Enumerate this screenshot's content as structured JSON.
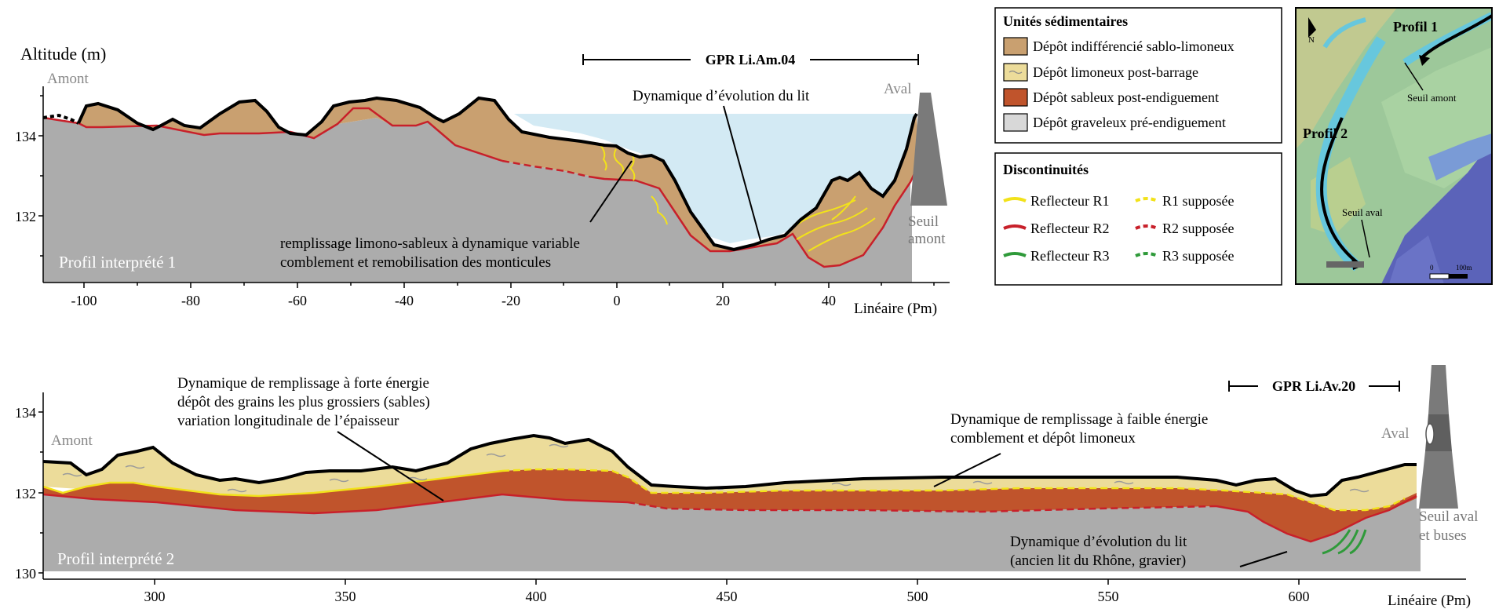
{
  "profile1": {
    "ylabel": "Altitude (m)",
    "upstream": "Amont",
    "downstream": "Aval",
    "gpr": "GPR Li.Am.04",
    "panel_label": "Profil interprété 1",
    "dam_line1": "Seuil",
    "dam_line2": "amont",
    "annotation_bed": "Dynamique d’évolution du lit",
    "annotation_fill1": "remplissage limono-sableux à dynamique variable",
    "annotation_fill2": "comblement et remobilisation des monticules",
    "x_ticks": [
      "-100",
      "-80",
      "-60",
      "-40",
      "-20",
      "0",
      "20",
      "40"
    ],
    "y_ticks": [
      "134",
      "132"
    ],
    "xlabel": "Linéaire (Pm)"
  },
  "profile2": {
    "upstream": "Amont",
    "downstream": "Aval",
    "gpr": "GPR Li.Av.20",
    "panel_label": "Profil interprété 2",
    "dam_line1": "Seuil aval",
    "dam_line2": "et buses",
    "annotation_high1": "Dynamique de remplissage à forte énergie",
    "annotation_high2": "dépôt des grains les plus grossiers (sables)",
    "annotation_high3": "variation longitudinale de l’épaisseur",
    "annotation_low1": "Dynamique de remplissage à faible énergie",
    "annotation_low2": "comblement et dépôt limoneux",
    "annotation_bed1": "Dynamique d’évolution du lit",
    "annotation_bed2": "(ancien lit du Rhône, gravier)",
    "x_ticks": [
      "300",
      "350",
      "400",
      "450",
      "500",
      "550",
      "600"
    ],
    "y_ticks": [
      "134",
      "132",
      "130"
    ],
    "xlabel": "Linéaire (Pm)"
  },
  "legend_units": {
    "title": "Unités sédimentaires",
    "items": [
      {
        "label": "Dépôt indifférencié sablo-limoneux",
        "color": "#c9a070"
      },
      {
        "label": "Dépôt limoneux post-barrage",
        "color": "#ecdc9a"
      },
      {
        "label": "Dépôt sableux post-endiguement",
        "color": "#c0542c"
      },
      {
        "label": "Dépôt graveleux pré-endiguement",
        "color": "#d8d8d8"
      }
    ]
  },
  "legend_disc": {
    "title": "Discontinuités",
    "items": [
      {
        "label": "Reflecteur R1",
        "color": "#f2e21a"
      },
      {
        "label": "R1 supposée",
        "color": "#f2e21a"
      },
      {
        "label": "Reflecteur R2",
        "color": "#c8202a"
      },
      {
        "label": "R2 supposée",
        "color": "#c8202a"
      },
      {
        "label": "Reflecteur R3",
        "color": "#2f9a3a"
      },
      {
        "label": "R3 supposée",
        "color": "#2f9a3a"
      }
    ]
  },
  "map": {
    "north": "N",
    "profile1": "Profil 1",
    "profile2": "Profil 2",
    "weir_up": "Seuil amont",
    "weir_down": "Seuil aval",
    "scale0": "0",
    "scale1": "100m"
  }
}
